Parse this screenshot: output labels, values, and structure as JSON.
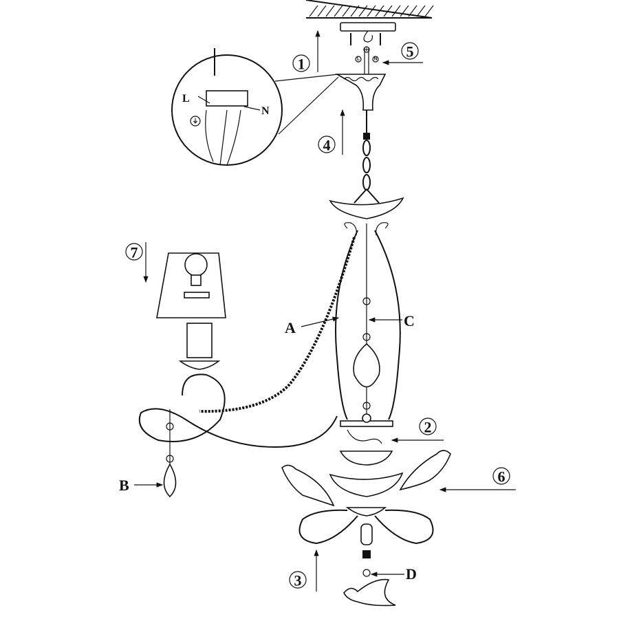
{
  "steps": [
    "1",
    "2",
    "3",
    "4",
    "5",
    "6",
    "7"
  ],
  "parts": {
    "A": "A",
    "B": "B",
    "C": "C",
    "D": "D"
  },
  "wiring": {
    "live": "L",
    "neutral": "N",
    "ground_symbol": "⏚"
  },
  "canopy_wire_marks": {
    "live": "L",
    "neutral": "N",
    "ground": "⏚"
  },
  "colors": {
    "line": "#111111",
    "background": "#ffffff"
  }
}
